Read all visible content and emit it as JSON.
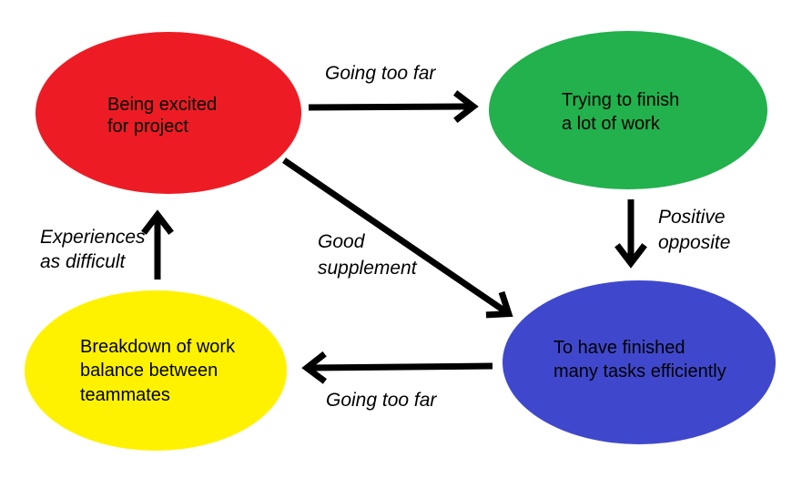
{
  "diagram": {
    "background_color": "#ffffff",
    "line_color": "#000000",
    "nodes": [
      {
        "name": "being-excited",
        "color": "#ed1c24",
        "lines": [
          "Being excited",
          "for project"
        ]
      },
      {
        "name": "trying-to-finish",
        "color": "#22b14c",
        "lines": [
          "Trying to finish",
          "a lot of work"
        ]
      },
      {
        "name": "finished-many-tasks",
        "color": "#3f48cc",
        "lines": [
          "To have finished",
          "many tasks efficiently"
        ]
      },
      {
        "name": "breakdown-of-work-balance",
        "color": "#fff200",
        "lines": [
          "Breakdown of work",
          "balance between",
          "teammates"
        ]
      }
    ],
    "edges": [
      {
        "name": "excited-to-trying",
        "label_lines": [
          "Going too far"
        ]
      },
      {
        "name": "trying-to-finished",
        "label_lines": [
          "Positive",
          "opposite"
        ]
      },
      {
        "name": "excited-to-finished",
        "label_lines": [
          "Good",
          "supplement"
        ]
      },
      {
        "name": "finished-to-breakdown",
        "label_lines": [
          "Going too far"
        ]
      },
      {
        "name": "breakdown-to-excited",
        "label_lines": [
          "Experiences",
          "as difficult"
        ]
      }
    ]
  }
}
